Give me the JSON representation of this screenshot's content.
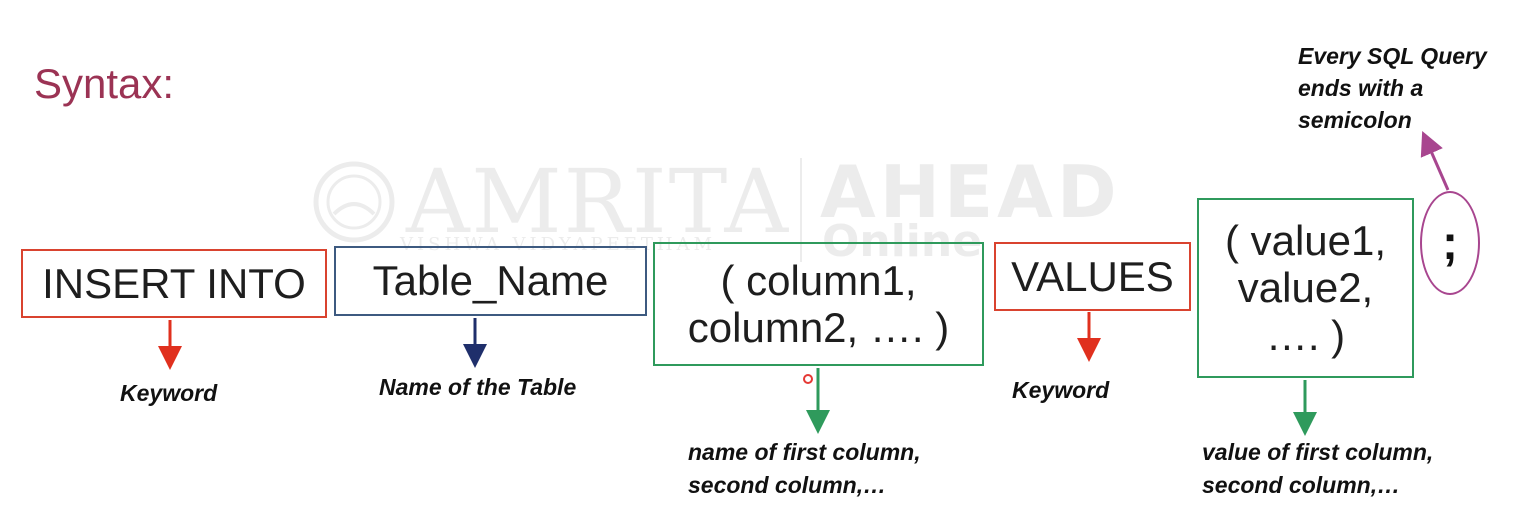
{
  "slide": {
    "title": "Syntax:"
  },
  "watermark": {
    "brand": "AMRITA",
    "sub": "VISHWA VIDYAPEETHAM",
    "partner": "AHEAD",
    "partner_sub": "Online"
  },
  "syntax": {
    "insert_into": "INSERT INTO",
    "table_name": "Table_Name",
    "columns": "( column1,\ncolumn2, …. )",
    "values_keyword": "VALUES",
    "values": "( value1,\nvalue2,\n…. )",
    "semicolon": ";"
  },
  "annotations": {
    "keyword_1": "Keyword",
    "table": "Name of the Table",
    "columns": "name of first column,\nsecond column,…",
    "keyword_2": "Keyword",
    "values": "value of first column,\nsecond column,…",
    "semicolon": "Every SQL Query\nends with a\nsemicolon"
  },
  "colors": {
    "title": "#9b3354",
    "keyword_box": "#d9432f",
    "table_box": "#3d5a80",
    "list_box": "#2f9a5c",
    "semicolon_circle": "#a8468f",
    "table_arrow": "#1f2f6b"
  }
}
